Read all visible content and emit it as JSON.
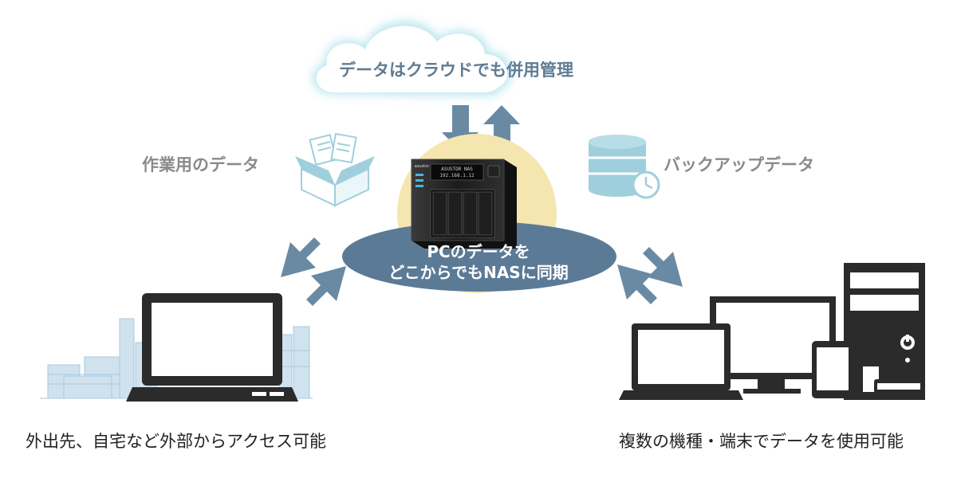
{
  "cloud": {
    "label": "データはクラウドでも併用管理"
  },
  "work_data": {
    "label": "作業用のデータ"
  },
  "backup_data": {
    "label": "バックアップデータ"
  },
  "nas": {
    "sync_line1": "PCのデータを",
    "sync_line2": "どこからでもNASに同期",
    "model_text": "ASUSTOR NAS",
    "ip_text": "192.168.1.12",
    "brand_text": "asustor"
  },
  "captions": {
    "outside": "外出先、自宅など外部からアクセス可能",
    "devices": "複数の機種・端末でデータを使用可能"
  },
  "colors": {
    "arrow": "#6a8aa3",
    "ellipse": "#5b7a95",
    "halo": "#f5e6b0",
    "cloud_glow": "#7fd0e0",
    "box": "#9fcfdc",
    "cityscape": "#a9c9dd",
    "device": "#2b2b2b"
  }
}
